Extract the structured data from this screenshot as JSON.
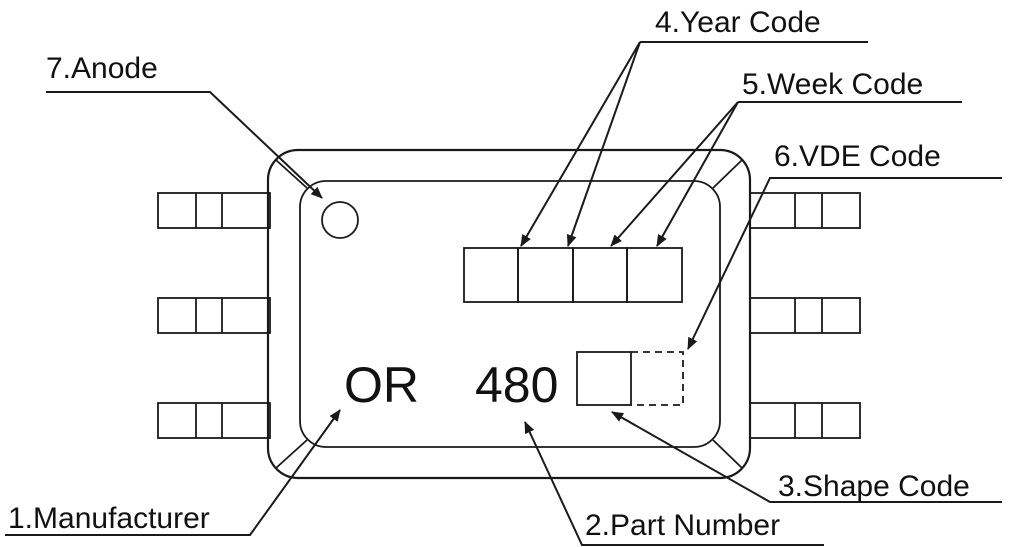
{
  "labels": {
    "anode": "7.Anode",
    "year_code": "4.Year Code",
    "week_code": "5.Week Code",
    "vde_code": "6.VDE Code",
    "shape_code": "3.Shape Code",
    "manufacturer": "1.Manufacturer",
    "part_number": "2.Part Number"
  },
  "marking": {
    "manufacturer_text": "OR",
    "part_number_text": "480"
  }
}
